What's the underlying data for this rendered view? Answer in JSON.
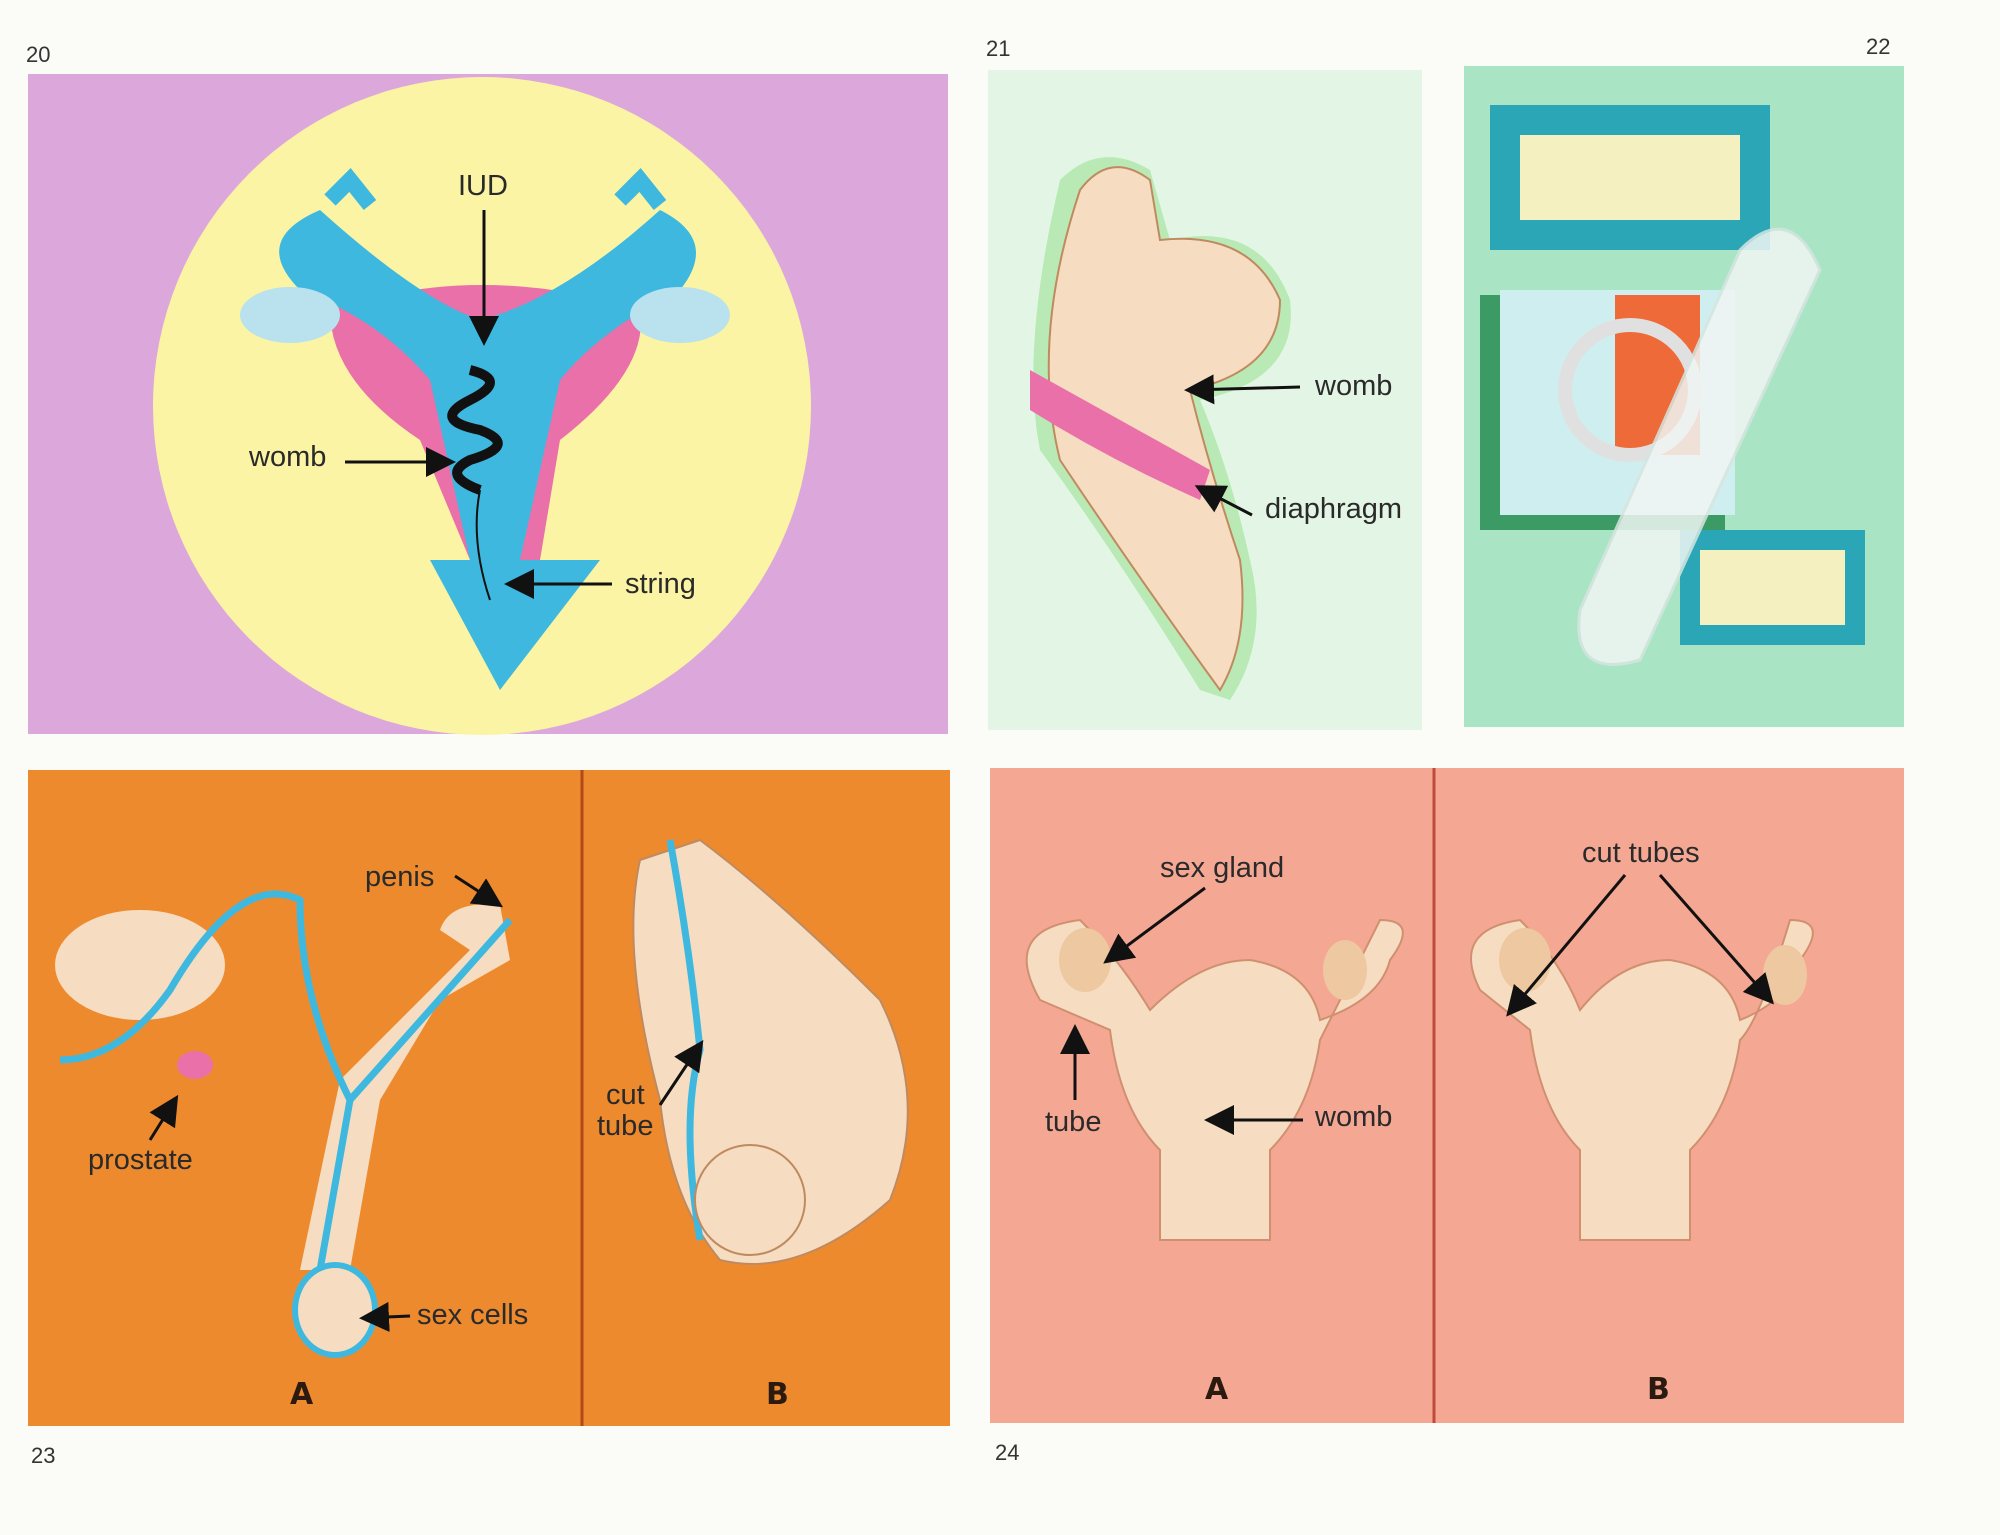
{
  "page_numbers": {
    "fig20": "20",
    "fig21": "21",
    "fig22": "22",
    "fig23": "23",
    "fig24": "24"
  },
  "fig20": {
    "labels": {
      "iud": "IUD",
      "womb": "womb",
      "string": "string"
    }
  },
  "fig21": {
    "labels": {
      "womb": "womb",
      "diaphragm": "diaphragm"
    }
  },
  "fig23": {
    "labels": {
      "penis": "penis",
      "prostate": "prostate",
      "cut": "cut",
      "tube": "tube",
      "sex_cells": "sex cells",
      "a": "A",
      "b": "B"
    }
  },
  "fig24": {
    "labels": {
      "sex_gland": "sex gland",
      "cut_tubes": "cut tubes",
      "tube": "tube",
      "womb": "womb",
      "a": "A",
      "b": "B"
    }
  },
  "colors": {
    "fig20_bg": "#dca8dc",
    "fig20_circle": "#fbf4a4",
    "fig21_bg": "#e3f6e6",
    "fig22_bg": "#a9e4c4",
    "fig23_bg": "#ee8a2e",
    "fig24_bg": "#f4a894",
    "tube_blue": "#3fb8e0",
    "pink": "#e970a8",
    "flesh": "#f6dcc0"
  }
}
